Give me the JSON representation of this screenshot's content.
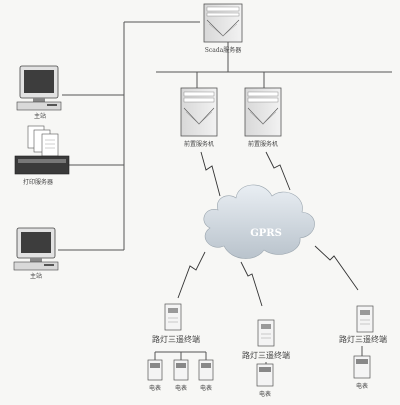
{
  "labels": {
    "scada_server": "Scada服务器",
    "front_server_1": "前置服务机",
    "front_server_2": "前置服务机",
    "workstation_top": "主站",
    "print_server": "打印服务器",
    "workstation_bottom": "主站",
    "cloud": "GPRS",
    "terminal_left": "路灯三遥终端",
    "terminal_mid": "路灯三遥终端",
    "terminal_right": "路灯三遥终端",
    "meter_l1": "电表",
    "meter_l2": "电表",
    "meter_l3": "电表",
    "meter_m1": "电表",
    "meter_r1": "电表"
  }
}
